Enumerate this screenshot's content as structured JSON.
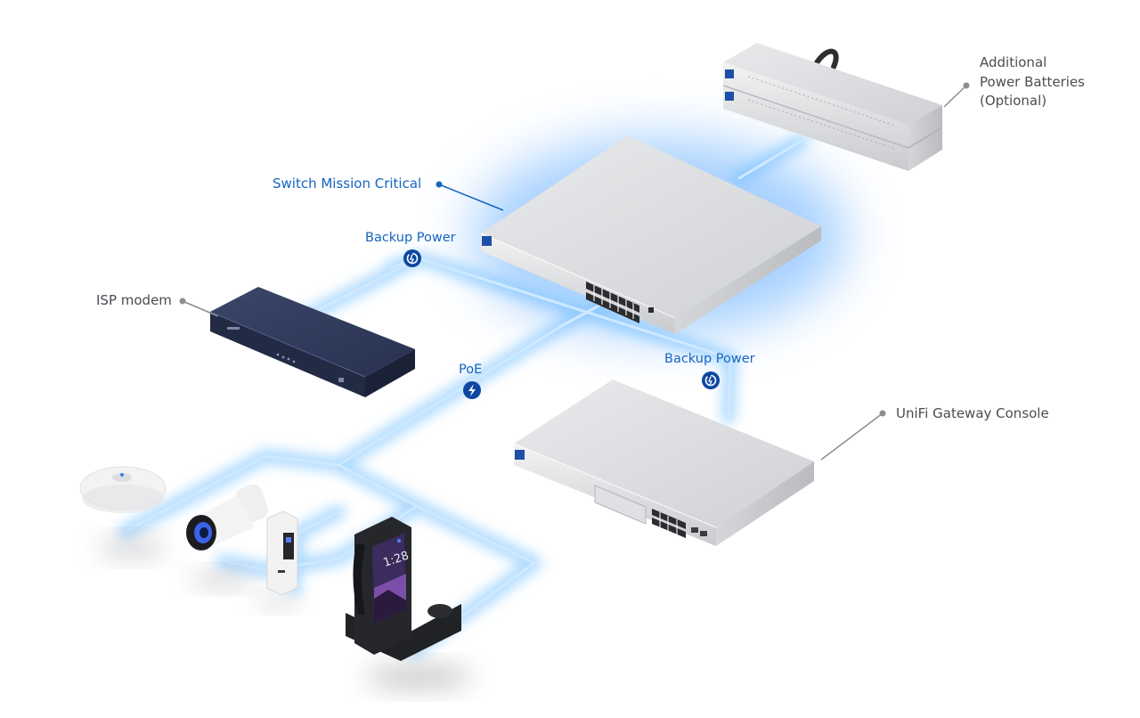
{
  "labels": {
    "batteries": [
      "Additional",
      "Power Batteries",
      "(Optional)"
    ],
    "switch": "Switch Mission Critical",
    "backup_power_top": "Backup Power",
    "backup_power_right": "Backup Power",
    "isp_modem": "ISP modem",
    "poe": "PoE",
    "gateway": "UniFi Gateway Console"
  },
  "phone_screen_time": "1:28",
  "colors": {
    "accent_blue": "#1565c0",
    "badge_blue": "#0d47a1",
    "cable_glow": "#7ec8ff",
    "device_silver": "#dcdde0",
    "modem_navy": "#2c3654",
    "label_grey": "#4a4d52"
  },
  "icons": {
    "backup_badge": "power-cycle-icon",
    "poe_badge": "lightning-bolt-icon"
  }
}
